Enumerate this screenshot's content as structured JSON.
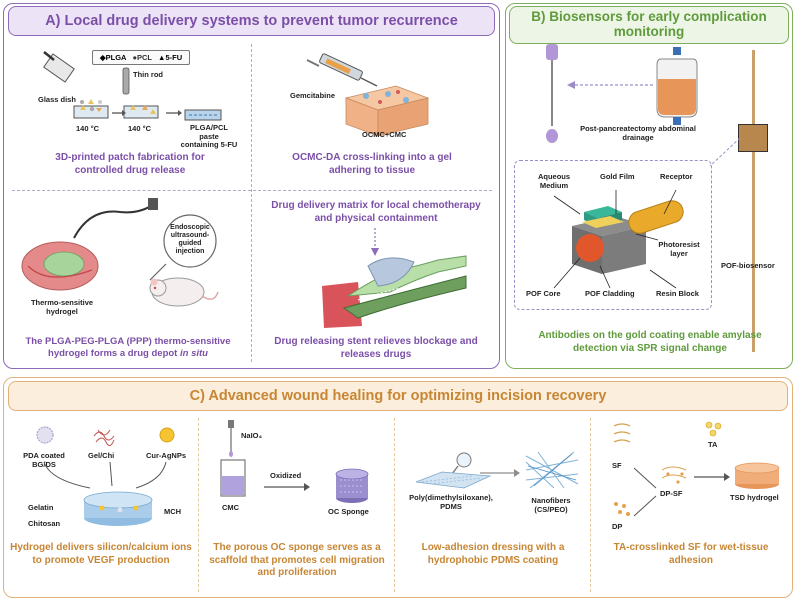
{
  "panel_a": {
    "title": "A) Local drug delivery systems to prevent tumor recurrence",
    "q1": {
      "legend": [
        "PLGA",
        "PCL",
        "5-FU"
      ],
      "glass_dish": "Glass dish",
      "thin_rod": "Thin rod",
      "temp1": "140 °C",
      "temp2": "140 °C",
      "paste": "PLGA/PCL paste containing 5-FU",
      "caption": "3D-printed patch fabrication for controlled drug release"
    },
    "q2": {
      "drug": "Gemcitabine",
      "gel": "OCMC+CMC",
      "caption": "OCMC-DA cross-linking into a gel adhering to tissue"
    },
    "q3": {
      "endoscopic": "Endoscopic ultrasound-guided injection",
      "hydrogel": "Thermo-sensitive hydrogel",
      "caption_main": "The PLGA-PEG-PLGA (PPP) thermo-sensitive hydrogel forms a drug depot",
      "caption_italic": "in situ"
    },
    "q4": {
      "top_caption": "Drug delivery matrix for local chemotherapy and physical containment",
      "caption": "Drug releasing stent relieves blockage and releases drugs"
    }
  },
  "panel_b": {
    "title": "B) Biosensors for early complication monitoring",
    "drainage": "Post-pancreatectomy abdominal drainage",
    "pof_biosensor": "POF-biosensor",
    "sensor_labels": {
      "aqueous": "Aqueous Medium",
      "gold": "Gold Film",
      "receptor": "Receptor",
      "photoresist": "Photoresist layer",
      "core": "POF Core",
      "cladding": "POF Cladding",
      "resin": "Resin Block"
    },
    "caption": "Antibodies on the gold coating enable amylase detection via SPR signal change"
  },
  "panel_c": {
    "title": "C) Advanced wound healing for optimizing incision recovery",
    "c1": {
      "pda": "PDA coated BG/DS",
      "gel_chi": "Gel/Chi",
      "cur": "Cur-AgNPs",
      "gelatin": "Gelatin",
      "chitosan": "Chitosan",
      "mch": "MCH",
      "caption": "Hydrogel delivers silicon/calcium ions to promote VEGF production"
    },
    "c2": {
      "naio": "NaIO₄",
      "oxidized": "Oxidized",
      "cmc": "CMC",
      "sponge": "OC Sponge",
      "caption": "The porous OC sponge serves as a scaffold that promotes cell migration and proliferation"
    },
    "c3": {
      "pdms": "Poly(dimethylsiloxane), PDMS",
      "nano": "Nanofibers (CS/PEO)",
      "caption": "Low-adhesion dressing with a hydrophobic PDMS coating"
    },
    "c4": {
      "sf": "SF",
      "dp": "DP",
      "dpsf": "DP-SF",
      "ta": "TA",
      "tsd": "TSD hydrogel",
      "caption": "TA-crosslinked SF for wet-tissue adhesion"
    }
  },
  "colors": {
    "purple": "#7b4fa8",
    "green": "#5f9b3c",
    "orange": "#c78634"
  }
}
